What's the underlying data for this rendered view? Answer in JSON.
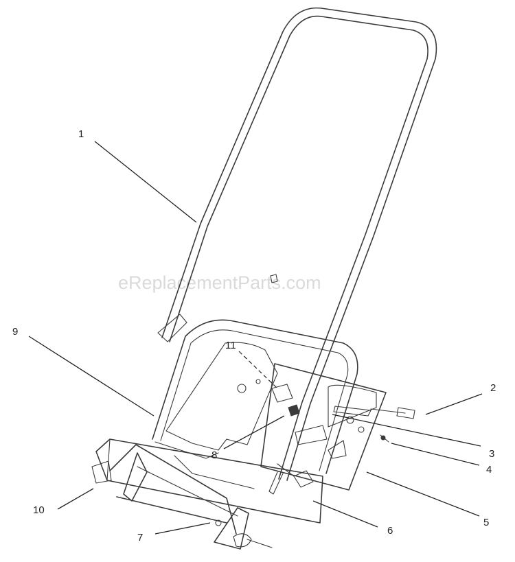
{
  "watermark": "eReplacementParts.com",
  "callouts": [
    "1",
    "2",
    "3",
    "4",
    "5",
    "6",
    "7",
    "8",
    "9",
    "10",
    "11"
  ]
}
